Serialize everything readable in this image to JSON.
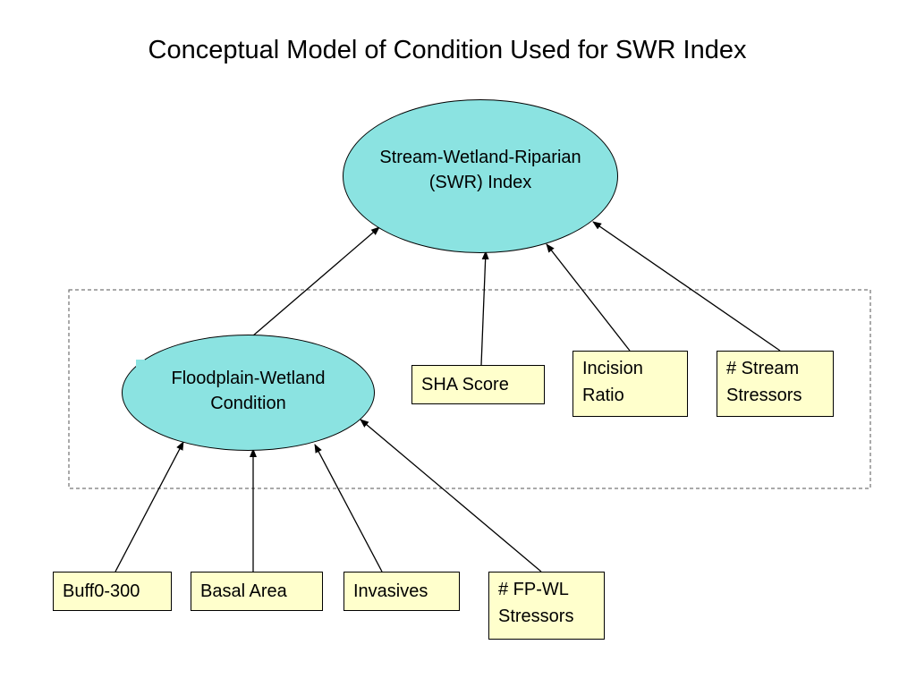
{
  "title": "Conceptual Model of Condition Used for SWR Index",
  "nodes": {
    "swr_index": {
      "line1": "Stream-Wetland-Riparian",
      "line2": "(SWR) Index"
    },
    "floodplain": {
      "line1": "Floodplain-Wetland",
      "line2": "Condition"
    },
    "sha_score": {
      "line1": "SHA Score"
    },
    "incision_ratio": {
      "line1": "Incision",
      "line2": "Ratio"
    },
    "stream_stressors": {
      "line1": "# Stream",
      "line2": "Stressors"
    },
    "buff": {
      "line1": "Buff0-300"
    },
    "basal_area": {
      "line1": "Basal Area"
    },
    "invasives": {
      "line1": "Invasives"
    },
    "fpwl_stressors": {
      "line1": "# FP-WL",
      "line2": "Stressors"
    }
  },
  "edges": [
    {
      "from": "Floodplain-Wetland Condition",
      "to": "Stream-Wetland-Riparian (SWR) Index"
    },
    {
      "from": "SHA Score",
      "to": "Stream-Wetland-Riparian (SWR) Index"
    },
    {
      "from": "Incision Ratio",
      "to": "Stream-Wetland-Riparian (SWR) Index"
    },
    {
      "from": "# Stream Stressors",
      "to": "Stream-Wetland-Riparian (SWR) Index"
    },
    {
      "from": "Buff0-300",
      "to": "Floodplain-Wetland Condition"
    },
    {
      "from": "Basal Area",
      "to": "Floodplain-Wetland Condition"
    },
    {
      "from": "Invasives",
      "to": "Floodplain-Wetland Condition"
    },
    {
      "from": "# FP-WL Stressors",
      "to": "Floodplain-Wetland Condition"
    }
  ],
  "colors": {
    "ellipse_fill": "#8be3e1",
    "box_fill": "#ffffcc",
    "line": "#000000"
  }
}
